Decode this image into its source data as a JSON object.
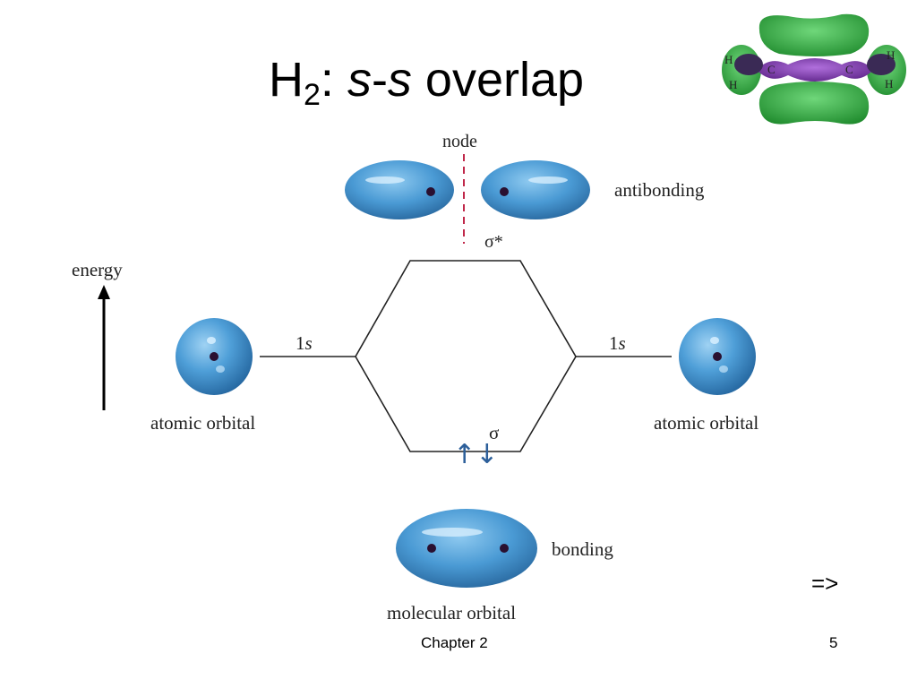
{
  "slide": {
    "title": {
      "prefix": "H",
      "subscript": "2",
      "colon": ": ",
      "orb1": "s",
      "dash": "-",
      "orb2": "s",
      "suffix": " overlap"
    },
    "footer": {
      "chapter": "Chapter 2",
      "page": "5"
    },
    "next_symbol": "=>"
  },
  "diagram": {
    "node_label": "node",
    "antibonding_label": "antibonding",
    "sigma_star_label": "σ*",
    "sigma_label": "σ",
    "energy_label": "energy",
    "left_level": {
      "prefix": "1",
      "orbital": "s"
    },
    "right_level": {
      "prefix": "1",
      "orbital": "s"
    },
    "left_atomic_label": "atomic orbital",
    "right_atomic_label": "atomic orbital",
    "bonding_label": "bonding",
    "molecular_label": "molecular orbital",
    "electron_spin": "↑↓",
    "ethene_atoms": {
      "carbon": "C",
      "hydrogen": "H"
    }
  },
  "colors": {
    "orbital_blue": "#3f8fce",
    "node_red": "#c0284a",
    "pi_green": "#2e9e3a",
    "sigma_purple": "#7b3aa8",
    "electron_blue": "#2c5f9a"
  }
}
